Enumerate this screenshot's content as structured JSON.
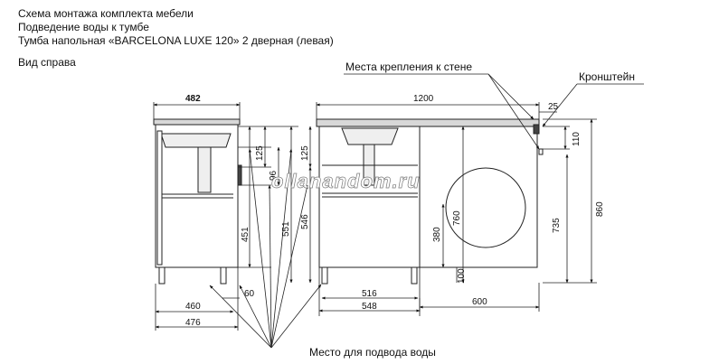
{
  "header": {
    "line1": "Схема монтажа комплекта мебели",
    "line2": "Подведение воды к тумбе",
    "line3": "Тумба напольная «BARCELONA LUXE 120»  2 дверная (левая)"
  },
  "view_label": "Вид справа",
  "labels": {
    "wall_mounts": "Места крепления к стене",
    "bracket": "Кронштейн",
    "water_supply": "Место  для подвода воды"
  },
  "dimensions": {
    "d482": "482",
    "d1200": "1200",
    "d25": "25",
    "d110": "110",
    "d125a": "125",
    "d125b": "125",
    "d96": "96",
    "d451": "451",
    "d551": "551",
    "d546": "546",
    "d760": "760",
    "d380": "380",
    "d100": "100",
    "d735": "735",
    "d860": "860",
    "d60": "60",
    "d460": "460",
    "d476": "476",
    "d516": "516",
    "d548": "548",
    "d600": "600"
  },
  "watermark": "ollanandom.ru"
}
